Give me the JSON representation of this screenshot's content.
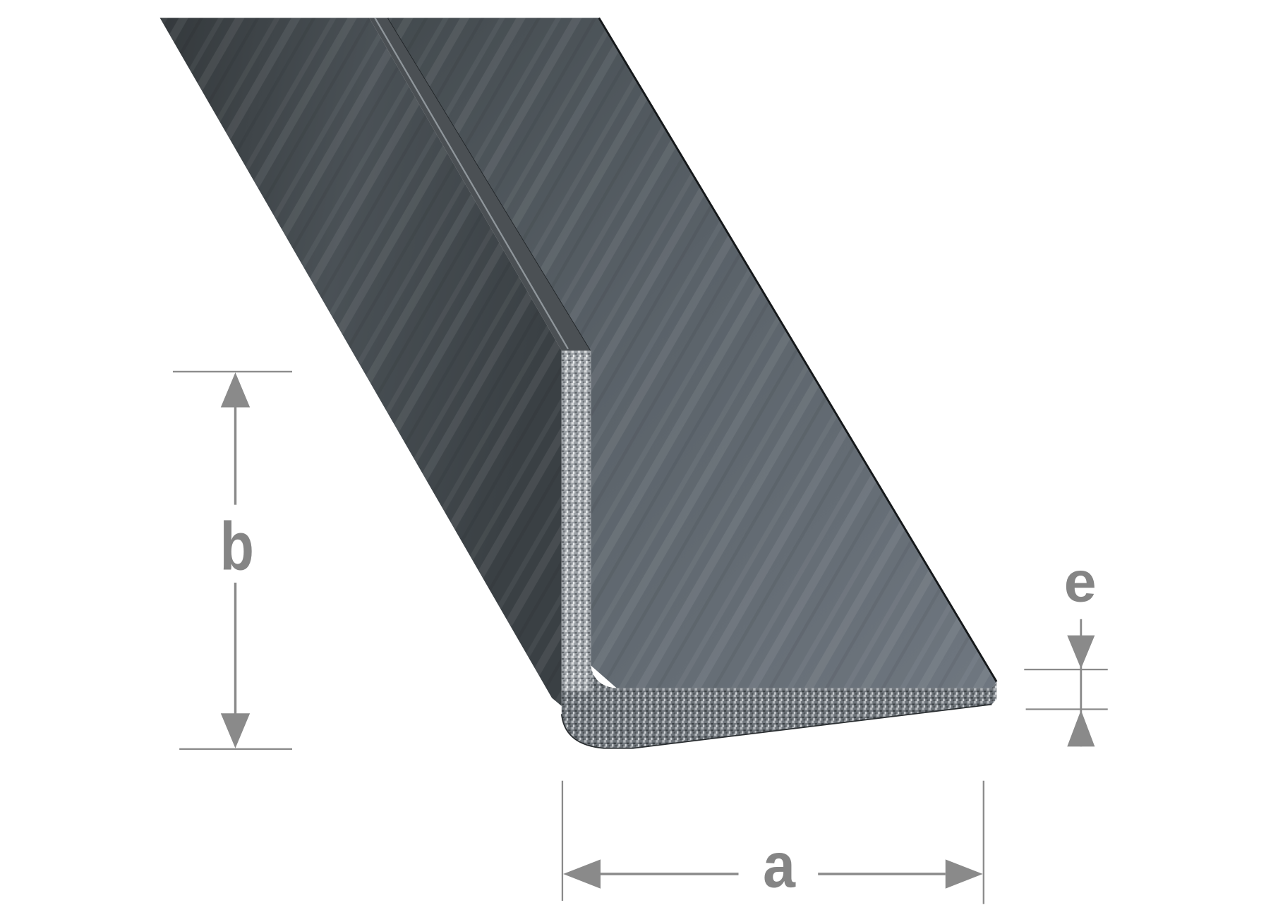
{
  "diagram": {
    "subject": "Galvanised steel equal-angle profile (L-profile)",
    "colors": {
      "background": "#ffffff",
      "dimension_lines": "#8a8a8a",
      "dimension_text": "#858585",
      "profile_face_dark": "#3d4347",
      "profile_face_mid": "#5d656d",
      "profile_face_light": "#7a8189",
      "cut_edge": "#b9bcc0"
    },
    "dimensions": {
      "a": {
        "label": "a",
        "description": "width of horizontal flange"
      },
      "b": {
        "label": "b",
        "description": "height of vertical flange"
      },
      "e": {
        "label": "e",
        "description": "material thickness"
      }
    }
  }
}
